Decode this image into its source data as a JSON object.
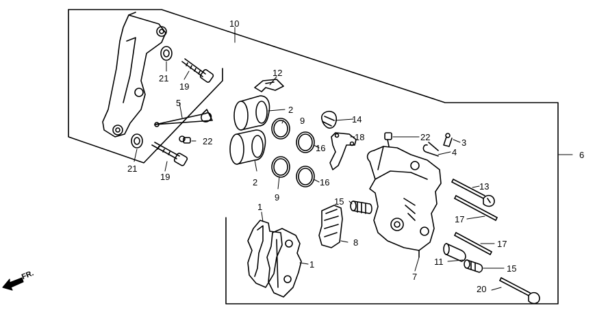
{
  "labels": {
    "p1": "1",
    "p2": "2",
    "p3": "3",
    "p4": "4",
    "p5": "5",
    "p6": "6",
    "p7": "7",
    "p8": "8",
    "p9": "9",
    "p10": "10",
    "p11": "11",
    "p12": "12",
    "p13": "13",
    "p14": "14",
    "p15": "15",
    "p16": "16",
    "p17": "17",
    "p18": "18",
    "p19": "19",
    "p20": "20",
    "p21": "21",
    "p22": "22"
  },
  "direction": "FR.",
  "colors": {
    "ink": "#000000",
    "paper": "#ffffff"
  }
}
